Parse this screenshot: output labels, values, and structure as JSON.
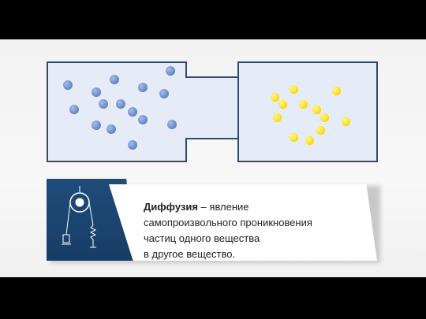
{
  "definition": {
    "term": "Диффузия",
    "dash": " – ",
    "line1_rest": "явление",
    "line2": "самопроизвольного проникновения",
    "line3": "частиц одного вещества",
    "line4": "в другое вещество."
  },
  "colors": {
    "vessel_border": "#2e4a6e",
    "vessel_fill": "#e6ecf7",
    "blue_particle": "#6f8fd0",
    "yellow_particle": "#ffe21a",
    "panel_dark": "#1f4c7a"
  },
  "icons": {
    "pulley": "pulley-spring-icon"
  }
}
